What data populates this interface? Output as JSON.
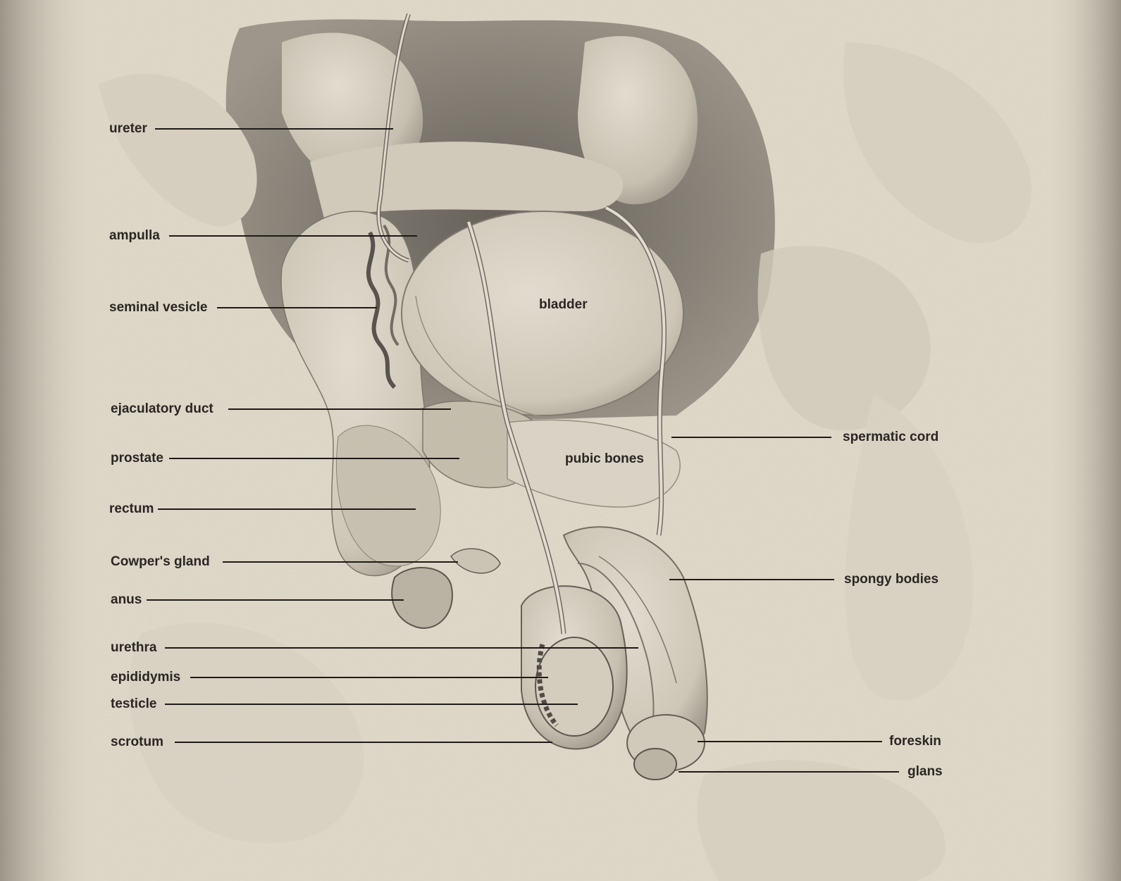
{
  "diagram": {
    "background_color": "#ece6d6",
    "line_color": "#1e1b18",
    "labels": {
      "ureter": "ureter",
      "ampulla": "ampulla",
      "seminal_vesicle": "seminal vesicle",
      "ejaculatory_duct": "ejaculatory duct",
      "prostate": "prostate",
      "rectum": "rectum",
      "cowpers_gland": "Cowper's gland",
      "anus": "anus",
      "urethra": "urethra",
      "epididymis": "epididymis",
      "testicle": "testicle",
      "scrotum": "scrotum",
      "bladder": "bladder",
      "pubic_bones": "pubic bones",
      "spermatic_cord": "spermatic cord",
      "spongy_bodies": "spongy bodies",
      "foreskin": "foreskin",
      "glans": "glans"
    }
  }
}
